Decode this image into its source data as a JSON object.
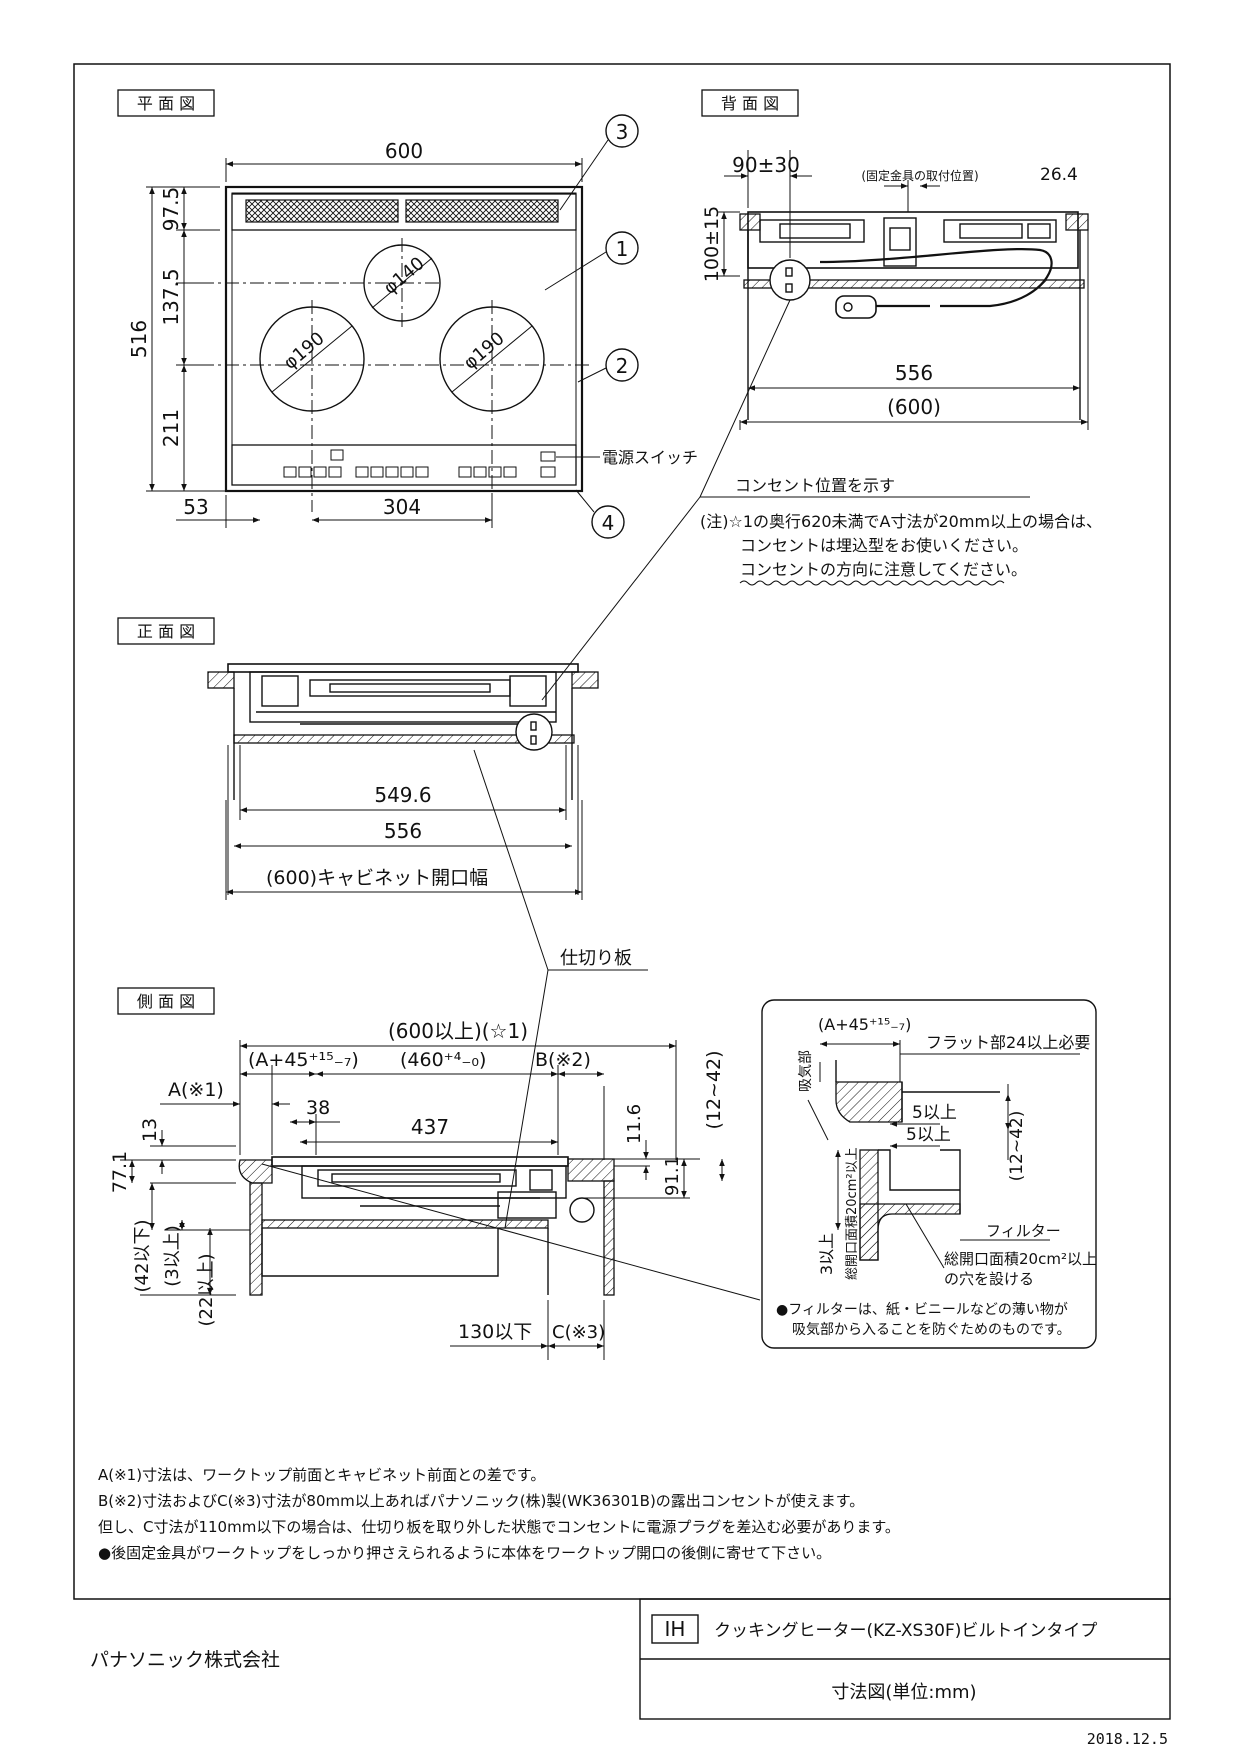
{
  "views": {
    "plan": "平 面 図",
    "back": "背 面 図",
    "front": "正 面 図",
    "side": "側 面 図"
  },
  "plan": {
    "width": "600",
    "d_97_5": "97.5",
    "d_137_5": "137.5",
    "d_516": "516",
    "d_211": "211",
    "d_53": "53",
    "d_304": "304",
    "phi140": "φ140",
    "phi190_left": "φ190",
    "phi190_right": "φ190",
    "callout1": "1",
    "callout2": "2",
    "callout3": "3",
    "callout4": "4",
    "power_switch": "電源スイッチ"
  },
  "back": {
    "d_90": "90±30",
    "fix_note": "(固定金具の取付位置)",
    "d_26_4": "26.4",
    "d_100": "100±15",
    "d_556": "556",
    "d_600": "(600)"
  },
  "outlet_label": "コンセント位置を示す",
  "caution": {
    "line1": "(注)☆1の奥行620未満でA寸法が20mm以上の場合は、",
    "line2": "コンセントは埋込型をお使いください。",
    "line3": "コンセントの方向に注意してください。"
  },
  "front": {
    "d_549_6": "549.6",
    "d_556": "556",
    "d_600": "(600)キャビネット開口幅"
  },
  "partition": "仕切り板",
  "side": {
    "d_600_above": "(600以上)(☆1)",
    "d_A": "A(※1)",
    "d_A45": "(A+45⁺¹⁵₋₇)",
    "d_460": "(460⁺⁴₋₀)",
    "d_B": "B(※2)",
    "d_38": "38",
    "d_437": "437",
    "d_13": "13",
    "d_77_1": "77.1",
    "d_11_6": "11.6",
    "d_91_1": "91.1",
    "d_12_42": "(12~42)",
    "d_42": "(42以下)",
    "d_3": "(3以上)",
    "d_22": "(22以上)",
    "d_130": "130以下",
    "d_C": "C(※3)"
  },
  "detail": {
    "a45": "(A+45⁺¹⁵₋₇)",
    "flat": "フラット部24以上必要",
    "intake": "吸気部",
    "five1": "5以上",
    "five2": "5以上",
    "range": "(12~42)",
    "three": "3以上",
    "vent_area": "総開口面積20cm²以上",
    "filter": "フィルター",
    "hole1": "総開口面積20cm²以上",
    "hole2": "の穴を設ける",
    "note1": "●フィルターは、紙・ビニールなどの薄い物が",
    "note2": "吸気部から入ることを防ぐためのものです。"
  },
  "notes": {
    "n1": "A(※1)寸法は、ワークトップ前面とキャビネット前面との差です。",
    "n2": "B(※2)寸法およびC(※3)寸法が80mm以上あればパナソニック(株)製(WK36301B)の露出コンセントが使えます。",
    "n3": "但し、C寸法が110mm以下の場合は、仕切り板を取り外した状態でコンセントに電源プラグを差込む必要があります。",
    "n4": "●後固定金具がワークトップをしっかり押さえられるように本体をワークトップ開口の後側に寄せて下さい。"
  },
  "company": "パナソニック株式会社",
  "titleblock": {
    "ih": "IH",
    "product": "クッキングヒーター(KZ-XS30F)ビルトインタイプ",
    "drawing": "寸法図(単位:mm)"
  },
  "date": "2018.12.5"
}
